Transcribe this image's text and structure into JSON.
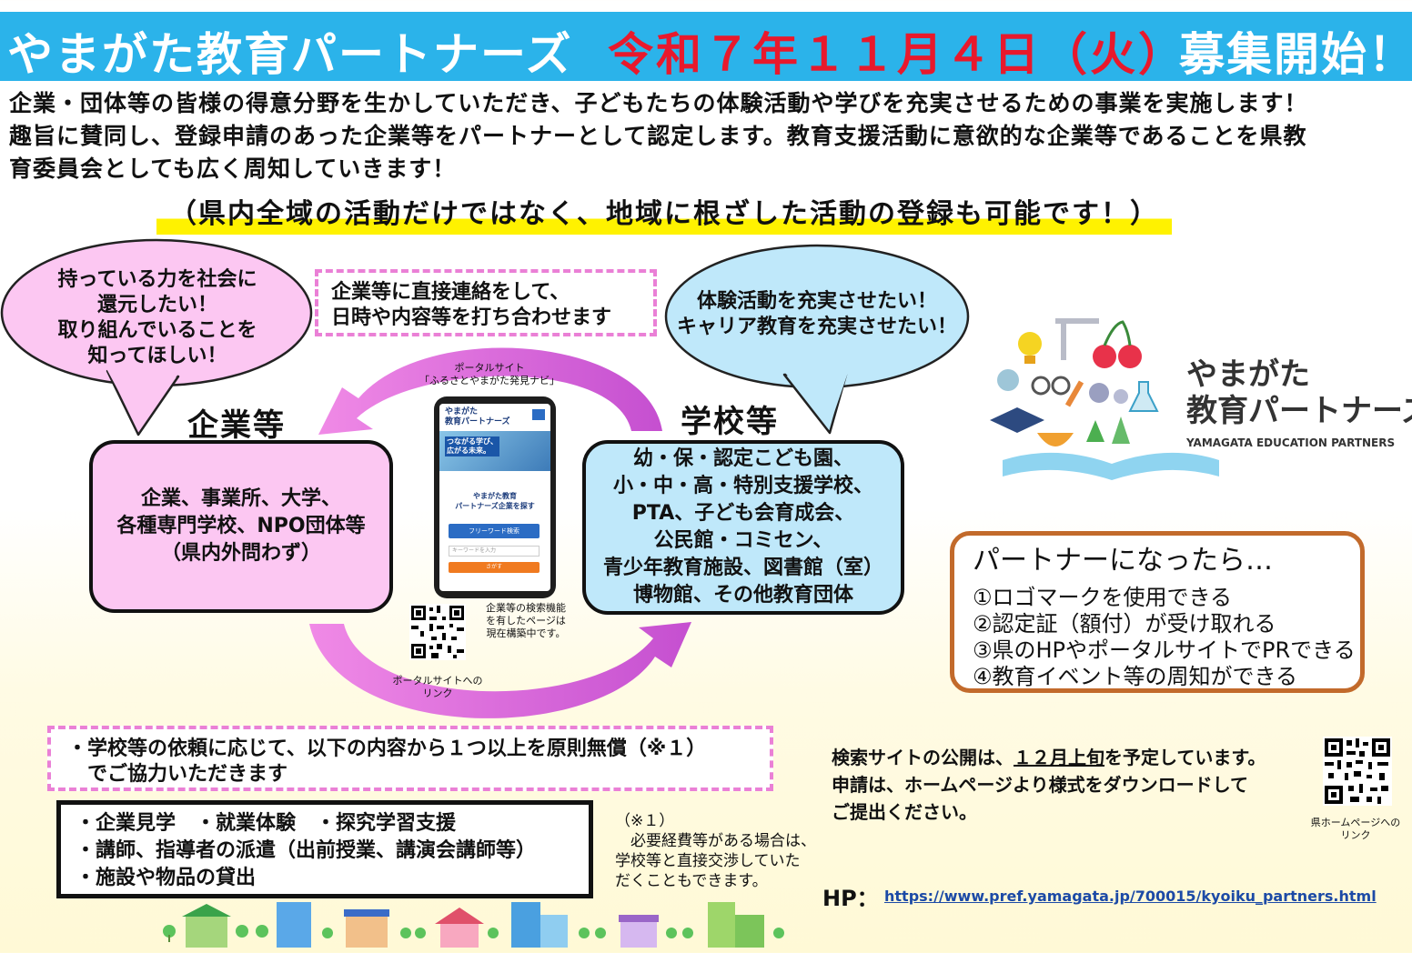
{
  "header": {
    "title": "やまがた教育パートナーズ",
    "date": "令和７年１１月４日（火）",
    "start": "募集開始！"
  },
  "intro": {
    "line1": "企業・団体等の皆様の得意分野を生かしていただき、子どもたちの体験活動や学びを充実させるための事業を実施します！",
    "line2": "趣旨に賛同し、登録申請のあった企業等をパートナーとして認定します。教育支援活動に意欲的な企業等であることを県教",
    "line3": "育委員会としても広く周知していきます！"
  },
  "highlight": "（県内全域の活動だけではなく、地域に根ざした活動の登録も可能です！）",
  "left_bubble": [
    "持っている力を社会に",
    "還元したい！",
    "取り組んでいることを",
    "知ってほしい！"
  ],
  "right_bubble": [
    "体験活動を充実させたい！",
    "キャリア教育を充実させたい！"
  ],
  "contact_box": [
    "企業等に直接連絡をして、",
    "日時や内容等を打ち合わせます"
  ],
  "portal": {
    "label1": "ポータルサイト",
    "label2": "「ふるさとやまがた発見ナビ」",
    "screen_title1": "やまがた",
    "screen_title2": "教育パートナーズ",
    "screen_hero1": "つながる学び、",
    "screen_hero2": "広がる未来。",
    "screen_search1": "やまがた教育",
    "screen_search2": "パートナーズ企業を探す",
    "screen_button": "フリーワード検索",
    "screen_placeholder": "キーワードを入力",
    "screen_submit": "さがす",
    "qr_note": [
      "企業等の検索機能",
      "を有したページは",
      "現在構築中です。"
    ],
    "link_label": [
      "ポータルサイトへの",
      "リンク"
    ]
  },
  "companies": {
    "label": "企業等",
    "lines": [
      "企業、事業所、大学、",
      "各種専門学校、NPO団体等",
      "（県内外問わず）"
    ]
  },
  "schools": {
    "label": "学校等",
    "lines": [
      "幼・保・認定こども園、",
      "小・中・高・特別支援学校、",
      "PTA、子ども会育成会、",
      "公民館・コミセン、",
      "青少年教育施設、図書館（室）",
      "博物館、その他教育団体"
    ]
  },
  "logo": {
    "line1": "やまがた",
    "line2": "教育パートナーズ",
    "english": "YAMAGATA EDUCATION PARTNERS"
  },
  "partner": {
    "title": "パートナーになったら…",
    "benefits": [
      "①ロゴマークを使用できる",
      "②認定証（額付）が受け取れる",
      "③県のHPやポータルサイトでPRできる",
      "④教育イベント等の周知ができる"
    ]
  },
  "request": [
    "・学校等の依頼に応じて、以下の内容から１つ以上を原則無償（※１）",
    "　でご協力いただきます"
  ],
  "activities": [
    "・企業見学　・就業体験　・探究学習支援",
    "・講師、指導者の派遣（出前授業、講演会講師等）",
    "・施設や物品の貸出"
  ],
  "note": [
    "（※１）",
    "　必要経費等がある場合は、",
    "学校等と直接交渉していた",
    "だくこともできます。"
  ],
  "search_info": [
    "検索サイトの公開は、",
    "１２月上旬",
    "を予定しています。",
    "申請は、ホームページより様式をダウンロードして",
    "ご提出ください。"
  ],
  "hp": {
    "label": "HP：",
    "url": "https://www.pref.yamagata.jp/700015/kyoiku_partners.html",
    "qr_label": [
      "県ホームページへの",
      "リンク"
    ]
  },
  "colors": {
    "banner": "#2bb3ea",
    "date_red": "#e8192c",
    "pink": "#fcc7f2",
    "sky": "#bfe8fa",
    "arrow": "#e060d8",
    "highlight": "#fff200",
    "partner_border": "#c26a2b"
  }
}
